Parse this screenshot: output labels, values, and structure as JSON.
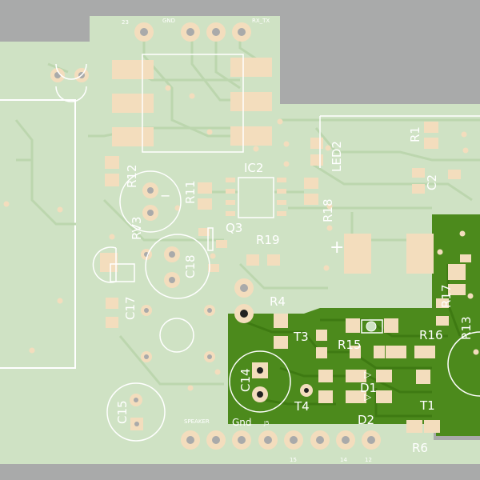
{
  "colors": {
    "background": "#a9aaaa",
    "board": "#cfe2c4",
    "trace": "#bcd6ae",
    "pad": "#f3ddbd",
    "green_region": "#4c8a1c",
    "green_trace": "#3e7a12",
    "silkscreen": "#ffffff"
  },
  "header_labels": {
    "pin_23": "23",
    "gnd": "GND",
    "rx_tx": "RX_TX"
  },
  "bottom_labels": {
    "speaker": "SPEAKER",
    "gnd": "Gnd",
    "j5": "J5",
    "pin_15": "15",
    "pin_14": "14",
    "pin_12": "12"
  },
  "designators": {
    "r1": "R1",
    "led2": "LED2",
    "c2": "C2",
    "r12": "R12",
    "r11": "R11",
    "ic2": "IC2",
    "r18": "R18",
    "q3": "Q3",
    "r19": "R19",
    "rv3": "RV3",
    "c18": "C18",
    "c17": "C17",
    "r4": "R4",
    "r17": "R17",
    "r13": "R13",
    "t3": "T3",
    "r15": "R15",
    "r16": "R16",
    "c14": "C14",
    "d1": "D1",
    "t4": "T4",
    "d2": "D2",
    "t1": "T1",
    "r6": "R6",
    "c15": "C15"
  },
  "symbols": {
    "plus": "+",
    "minus": "−"
  }
}
